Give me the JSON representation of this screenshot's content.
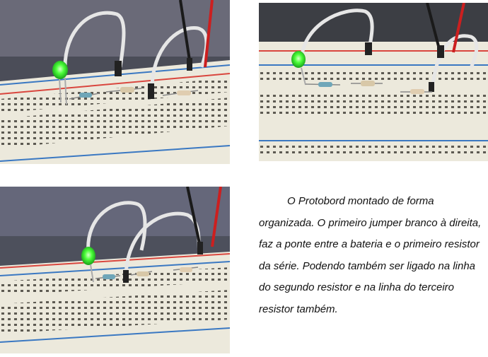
{
  "photos": [
    {
      "subject": "breadboard with green LED, two white jumpers, three resistors"
    },
    {
      "subject": "breadboard with green LED, two white jumpers, three resistors"
    },
    {
      "subject": "breadboard with green LED, two white jumpers, three resistors"
    }
  ],
  "caption": {
    "text": "O Protobord montado de forma organizada. O primeiro jumper branco à direita, faz a ponte entre a  bateria e o primeiro resistor da série. Podendo também ser ligado na linha do segundo resistor e na linha do terceiro resistor também."
  },
  "colors": {
    "board": "#ece9dc",
    "rail_red": "#d9463e",
    "rail_blue": "#3a78c2",
    "led_green": "#3cff3c",
    "wire_white": "#e6e6e6",
    "wire_black": "#1a1a1a",
    "wire_red": "#cc1f1f"
  }
}
